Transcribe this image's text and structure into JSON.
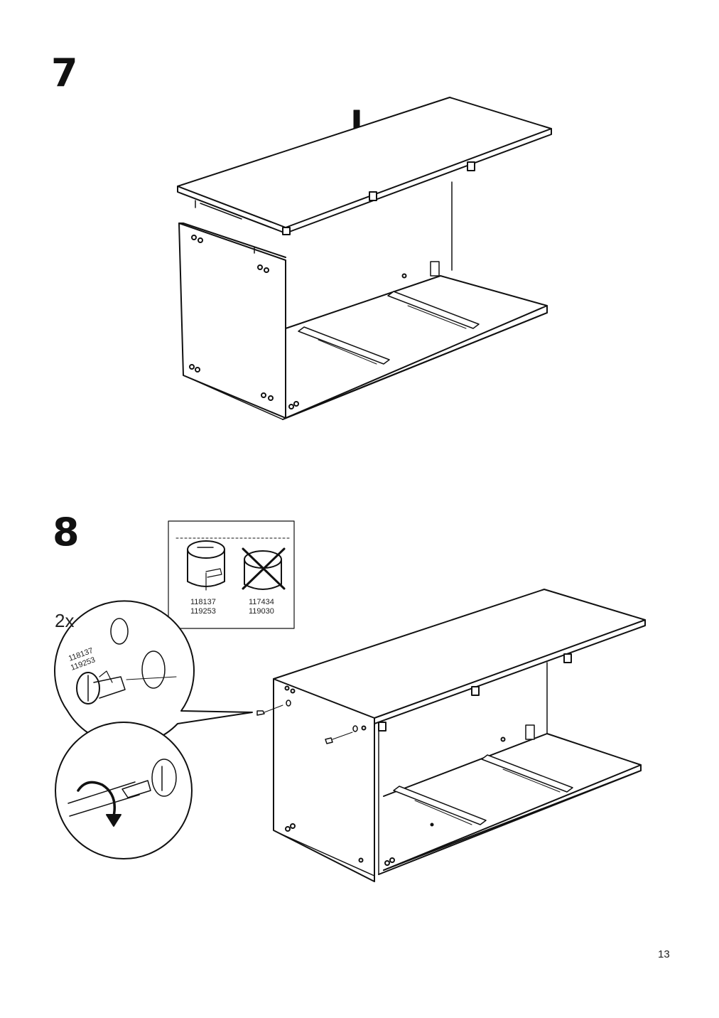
{
  "steps": [
    {
      "number": "7"
    },
    {
      "number": "8"
    }
  ],
  "step8": {
    "quantity": "2x",
    "detail_part_numbers": [
      "118137",
      "119253"
    ],
    "inset": {
      "correct_parts": [
        "118137",
        "119253"
      ],
      "wrong_parts": [
        "117434",
        "119030"
      ]
    }
  },
  "page_number": "13",
  "colors": {
    "line": "#111111",
    "background": "#ffffff"
  }
}
